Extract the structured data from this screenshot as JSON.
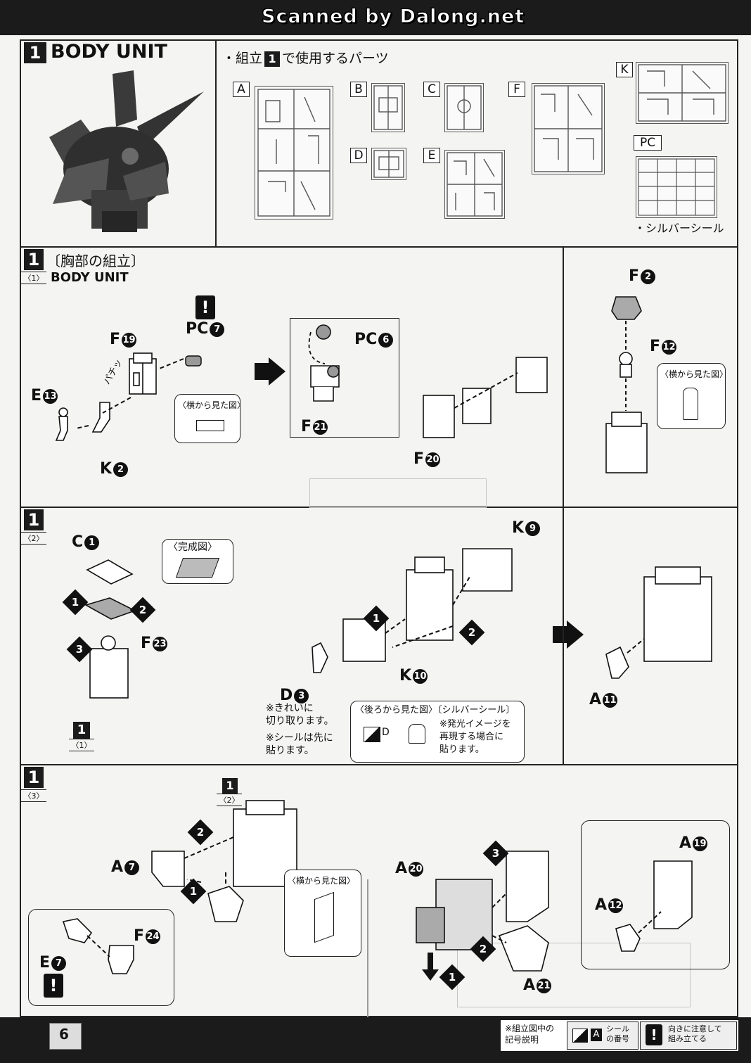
{
  "watermark": "Scanned by Dalong.net",
  "header": {
    "step_number": "1",
    "title": "BODY UNIT"
  },
  "parts_used": {
    "prefix": "・組立",
    "step": "1",
    "suffix": "で使用するパーツ",
    "runners": [
      "A",
      "B",
      "C",
      "D",
      "E",
      "F",
      "K",
      "PC"
    ],
    "sticker": "・シルバーシール"
  },
  "section1": {
    "num": "1",
    "sub": "〈1〉",
    "title_jp": "〔胸部の組立〕",
    "title_en": "BODY UNIT",
    "callouts": [
      {
        "id": "pc7",
        "label": "PC",
        "num": "7"
      },
      {
        "id": "f19",
        "label": "F",
        "num": "19"
      },
      {
        "id": "e13",
        "label": "E",
        "num": "13"
      },
      {
        "id": "k2",
        "label": "K",
        "num": "2"
      },
      {
        "id": "pc6",
        "label": "PC",
        "num": "6"
      },
      {
        "id": "f21",
        "label": "F",
        "num": "21"
      },
      {
        "id": "f20",
        "label": "F",
        "num": "20"
      },
      {
        "id": "f2",
        "label": "F",
        "num": "2"
      },
      {
        "id": "f12",
        "label": "F",
        "num": "12"
      }
    ],
    "side_view_1": "〈横から見た図〉",
    "side_view_2": "〈横から見た図〉",
    "tag": "パチッ"
  },
  "section2": {
    "num": "1",
    "sub": "〈2〉",
    "callouts": [
      {
        "id": "c1",
        "label": "C",
        "num": "1"
      },
      {
        "id": "f23",
        "label": "F",
        "num": "23"
      },
      {
        "id": "k9",
        "label": "K",
        "num": "9"
      },
      {
        "id": "k10",
        "label": "K",
        "num": "10"
      },
      {
        "id": "d3",
        "label": "D",
        "num": "3"
      },
      {
        "id": "a11",
        "label": "A",
        "num": "11"
      }
    ],
    "complete_view": "〈完成図〉",
    "ref_num": "1",
    "ref_sub": "〈1〉",
    "note_cut": "※きれいに\n切り取ります。",
    "note_seal": "※シールは先に\n貼ります。",
    "back_view": "〈後ろから見た図〉〔シルバーシール〕",
    "glow_note": "※発光イメージを\n再現する場合に\n貼ります。",
    "seal_letter": "D"
  },
  "section3": {
    "num": "1",
    "sub": "〈3〉",
    "ref_num": "1",
    "ref_sub": "〈2〉",
    "callouts": [
      {
        "id": "a7",
        "label": "A",
        "num": "7"
      },
      {
        "id": "f24",
        "label": "F",
        "num": "24"
      },
      {
        "id": "e7",
        "label": "E",
        "num": "7"
      },
      {
        "id": "a20",
        "label": "A",
        "num": "20"
      },
      {
        "id": "a21",
        "label": "A",
        "num": "21"
      },
      {
        "id": "a19",
        "label": "A",
        "num": "19"
      },
      {
        "id": "a12",
        "label": "A",
        "num": "12"
      }
    ],
    "side_view": "〈横から見た図〉"
  },
  "footer": {
    "page": "6",
    "legend_title": "※組立図中の\n記号説明",
    "legend_seal_letter": "A",
    "legend_seal": "シール\nの番号",
    "legend_warn": "向きに注意して\n組み立てる"
  }
}
